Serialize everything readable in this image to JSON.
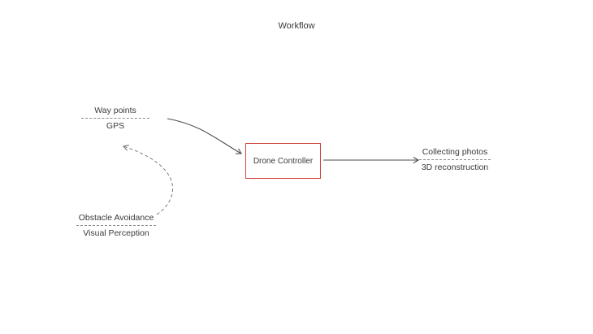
{
  "title": "Workflow",
  "colors": {
    "accent_red": "#d0453c",
    "line": "#4d4d4d",
    "dashed_line": "#7a7a7a",
    "text": "#3a3a3a"
  },
  "nodes": {
    "waypoints": {
      "top": "Way points",
      "bottom": "GPS"
    },
    "controller": {
      "label": "Drone Controller"
    },
    "output": {
      "top": "Collecting photos",
      "bottom": "3D reconstruction"
    },
    "obstacle": {
      "top": "Obstacle Avoidance",
      "bottom": "Visual Perception"
    }
  },
  "edges": [
    {
      "from": "waypoints",
      "to": "controller",
      "style": "solid-curved"
    },
    {
      "from": "controller",
      "to": "output",
      "style": "solid-straight"
    },
    {
      "from": "obstacle",
      "to": "waypoints",
      "style": "dashed-curved"
    }
  ]
}
